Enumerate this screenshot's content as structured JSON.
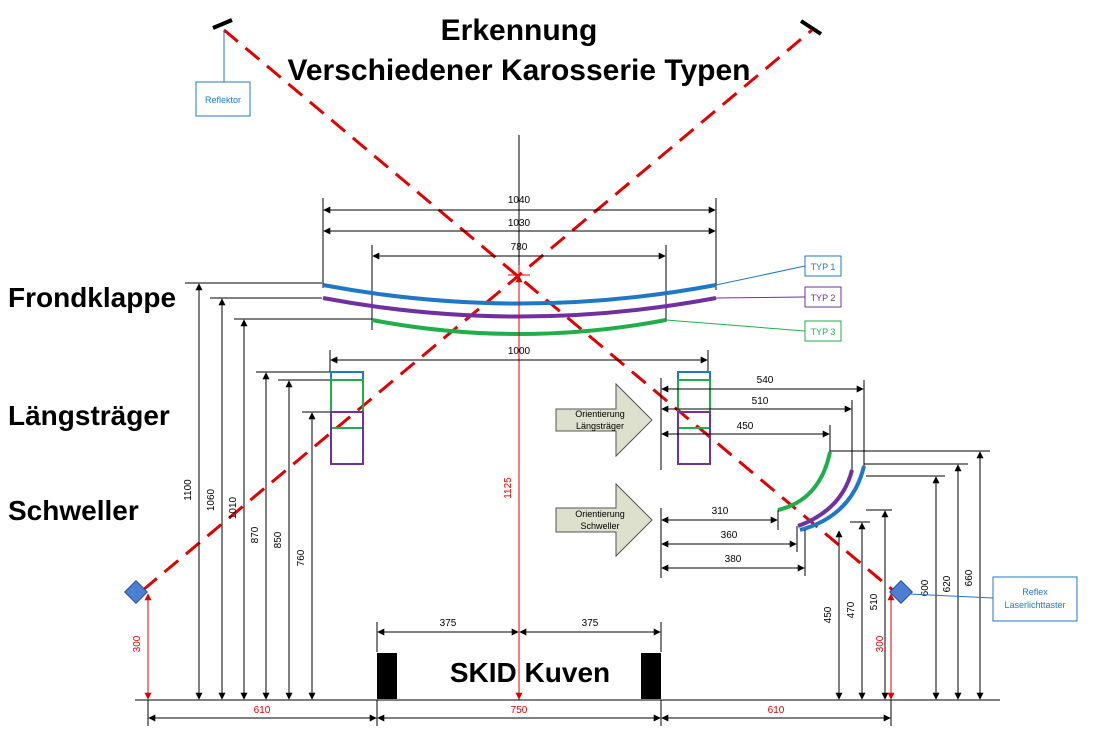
{
  "title": {
    "line1": "Erkennung",
    "line2": "Verschiedener Karosserie Typen"
  },
  "sections": {
    "frondklappe": "Frondklappe",
    "laengstraeger": "Längsträger",
    "schweller": "Schweller"
  },
  "skid_label": "SKID Kuven",
  "callouts": {
    "reflektor": "Reflektor",
    "typ1": "TYP 1",
    "typ2": "TYP 2",
    "typ3": "TYP 3",
    "reflex_line1": "Reflex",
    "reflex_line2": "Laserlichttaster"
  },
  "orientation_arrows": {
    "laengstraeger_line1": "Orientierung",
    "laengstraeger_line2": "Längsträger",
    "schweller_line1": "Orientierung",
    "schweller_line2": "Schweller"
  },
  "dimensions": {
    "width_1040": "1040",
    "width_1030": "1030",
    "width_780": "780",
    "width_1000": "1000",
    "width_540": "540",
    "width_510": "510",
    "width_450": "450",
    "width_310": "310",
    "width_360": "360",
    "width_380": "380",
    "skid_375_left": "375",
    "skid_375_right": "375",
    "height_1100": "1100",
    "height_1060": "1060",
    "height_1010": "1010",
    "height_870": "870",
    "height_850": "850",
    "height_760": "760",
    "height_1125": "1125",
    "height_300_left": "300",
    "height_300_right": "300",
    "height_450": "450",
    "height_470": "470",
    "height_510": "510",
    "height_600": "600",
    "height_620": "620",
    "height_660": "660",
    "bottom_610_left": "610",
    "bottom_750": "750",
    "bottom_610_right": "610"
  },
  "colors": {
    "typ1": "#1f77c8",
    "typ2": "#7030a0",
    "typ3": "#1fae4a",
    "beam": "#e00000",
    "sensor": "#4a7fd4",
    "arrow_fill": "#dde0cc"
  }
}
